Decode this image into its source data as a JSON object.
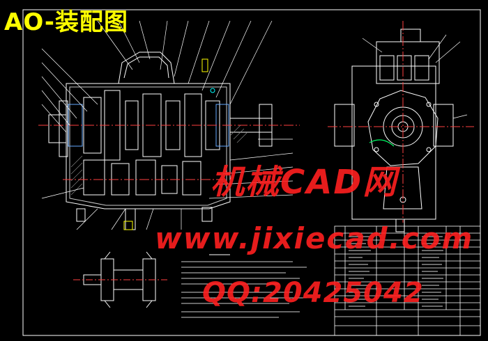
{
  "drawing": {
    "title": "AO-装配图"
  },
  "watermarks": {
    "line1": "机械CAD网",
    "line2": "www.jixiecad.com",
    "line3": "QQ:20425042"
  }
}
